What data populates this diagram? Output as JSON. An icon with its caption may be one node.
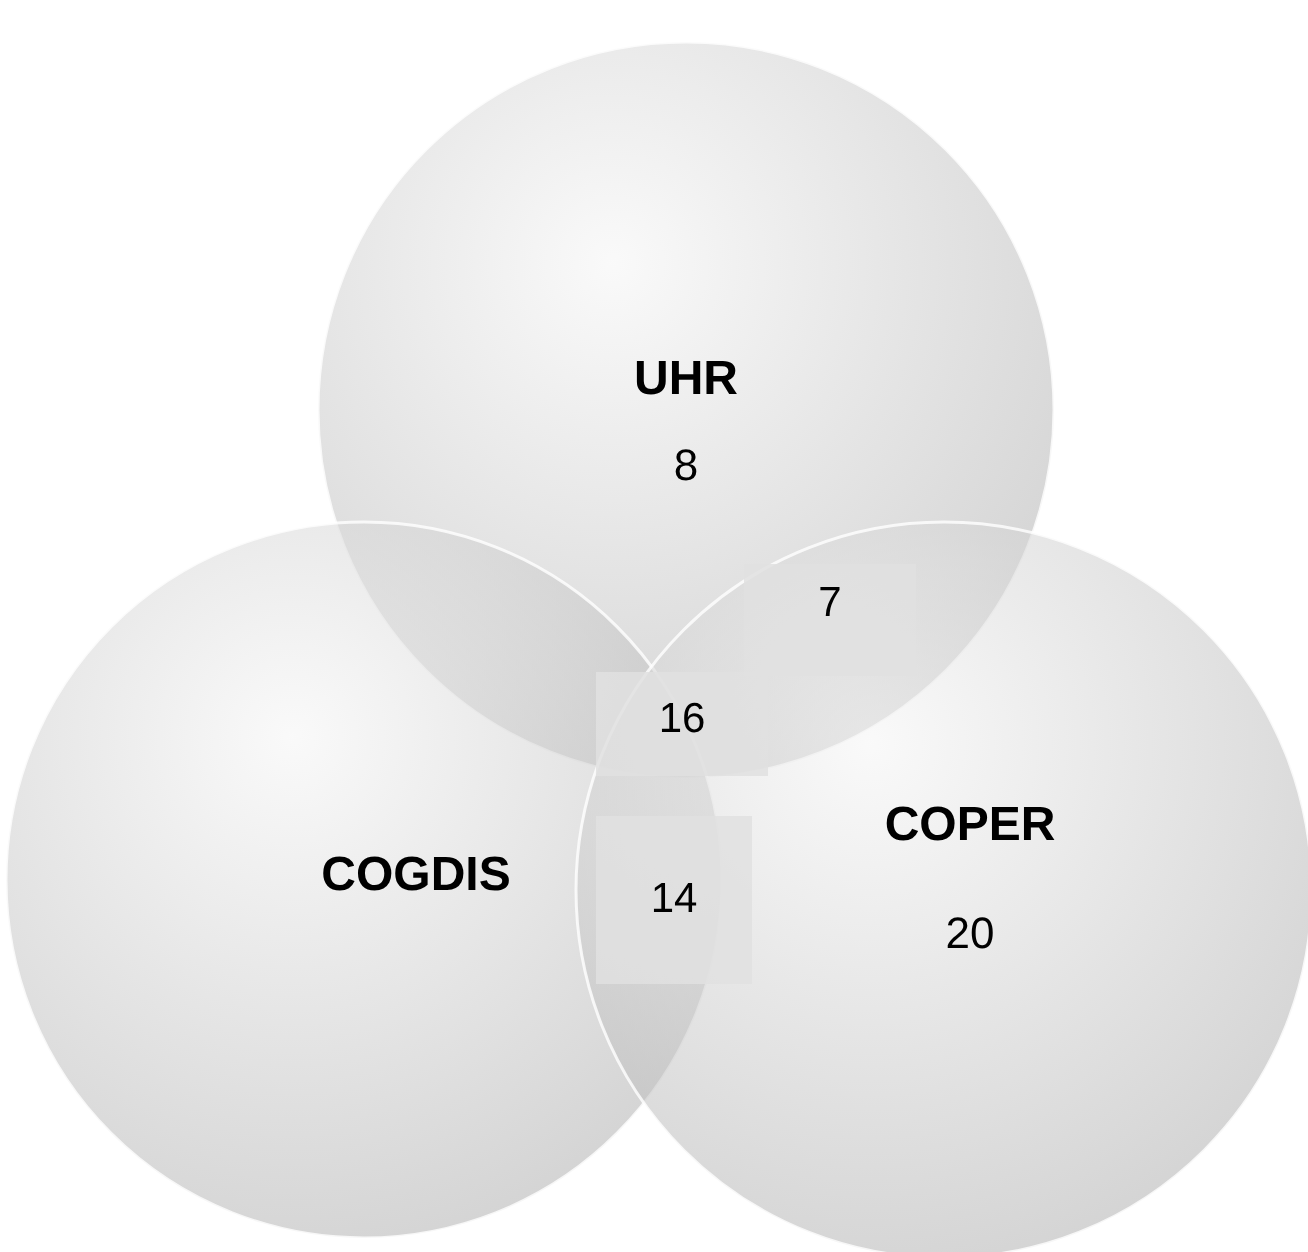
{
  "diagram": {
    "nodes": [
      {
        "text": [
          "UHR",
          "8"
        ]
      },
      {
        "text": [
          "COGDIS"
        ]
      },
      {
        "text": [
          "COPER",
          "20"
        ]
      }
    ],
    "labels": [
      "7",
      "16",
      "14"
    ]
  }
}
